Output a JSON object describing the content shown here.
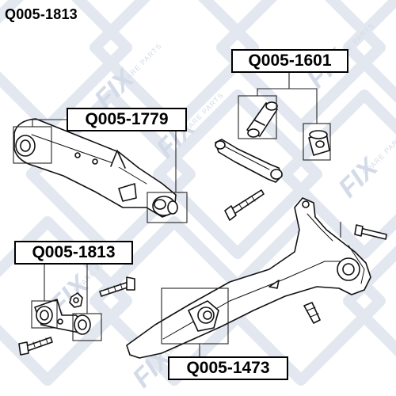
{
  "title": "Q005-1813",
  "watermark": {
    "brand": "FIX",
    "sub": "SPARE PARTS",
    "color": "#d4dbe8"
  },
  "labels": {
    "p1601": "Q005-1601",
    "p1779": "Q005-1779",
    "p1813": "Q005-1813",
    "p1473": "Q005-1473"
  }
}
